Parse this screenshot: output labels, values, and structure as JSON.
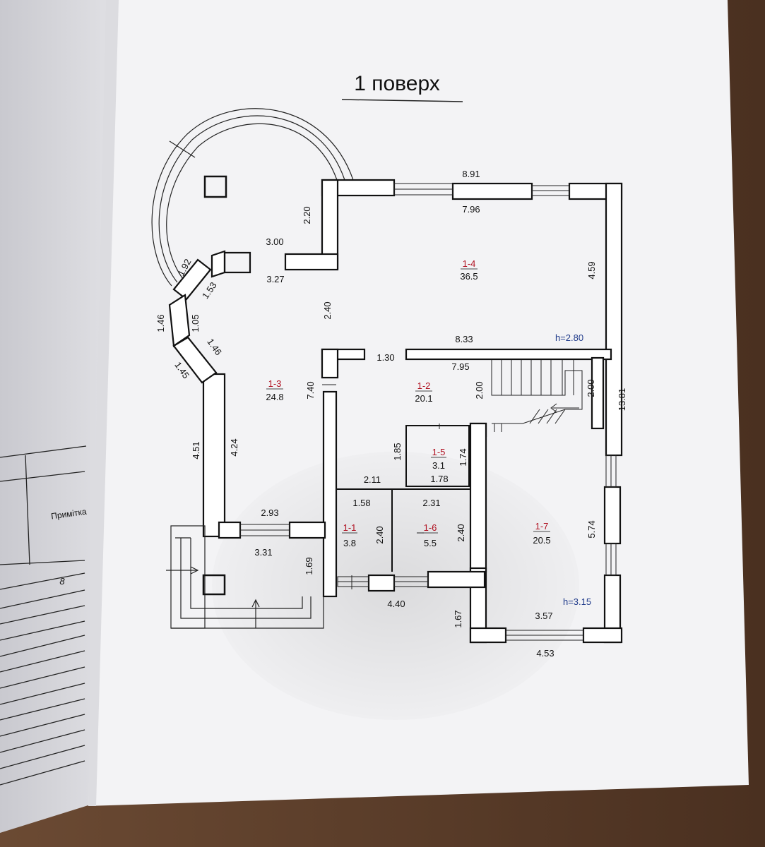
{
  "title": "1 поверх",
  "left_page": {
    "note_header": "Примітка",
    "number": "8"
  },
  "rooms": [
    {
      "id": "1-1",
      "area": "3.8"
    },
    {
      "id": "1-2",
      "area": "20.1"
    },
    {
      "id": "1-3",
      "area": "24.8"
    },
    {
      "id": "1-4",
      "area": "36.5"
    },
    {
      "id": "1-5",
      "area": "3.1"
    },
    {
      "id": "1-6",
      "area": "5.5"
    },
    {
      "id": "1-7",
      "area": "20.5"
    }
  ],
  "ceiling_heights": {
    "main": "h=2.80",
    "room_1_7": "h=3.15"
  },
  "dims": {
    "top_outer": "8.91",
    "top_inner": "7.96",
    "right_room14": "4.59",
    "room14_bottom": "8.33",
    "room12_top": "7.95",
    "gap_130": "1.30",
    "stair_left": "2.00",
    "stair_right": "2.00",
    "total_right": "13.81",
    "wall_220": "2.20",
    "step_top_300": "3.00",
    "step_bottom_327": "3.27",
    "mid_240": "2.40",
    "room13_right": "7.40",
    "bay_192": "1.92",
    "bay_153": "1.53",
    "bay_146a": "1.46",
    "bay_105": "1.05",
    "bay_146b": "1.46",
    "bay_145": "1.45",
    "left_451": "4.51",
    "left_424": "4.24",
    "room13_bottom": "2.93",
    "porch_331": "3.31",
    "porch_169": "1.69",
    "room15_185": "1.85",
    "room15_174": "1.74",
    "room15_178": "1.78",
    "room11_211": "2.11",
    "room11_158": "1.58",
    "room16_231": "2.31",
    "room11_240": "2.40",
    "room16_240": "2.40",
    "bottom_440": "4.40",
    "bottom_167": "1.67",
    "room17_574": "5.74",
    "room17_357": "3.57",
    "room17_453": "4.53"
  }
}
